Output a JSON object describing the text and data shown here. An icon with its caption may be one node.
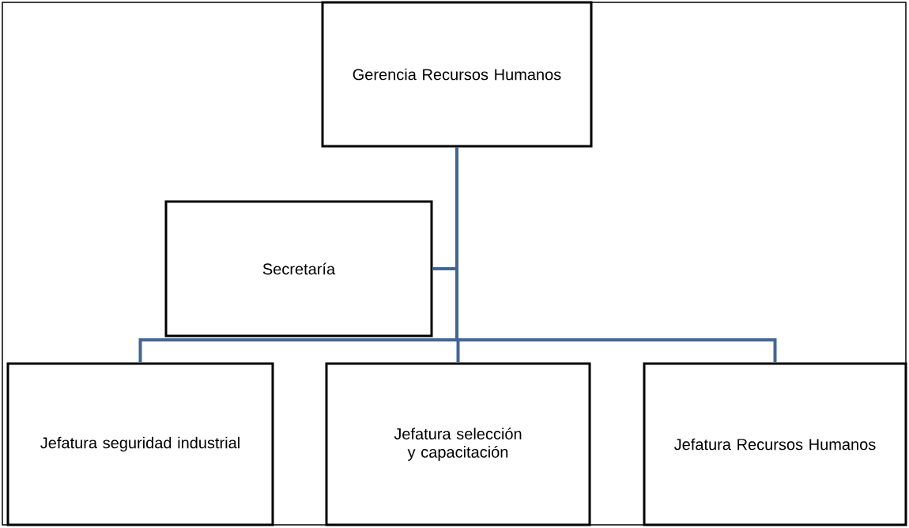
{
  "diagram": {
    "nodes": [
      {
        "text": [
          "Gerencia Recursos Humanos"
        ]
      },
      {
        "text": [
          "Secretaría"
        ]
      },
      {
        "text": [
          "Jefatura seguridad industrial"
        ]
      },
      {
        "text": [
          "Jefatura selección y capacitación"
        ]
      },
      {
        "text": [
          "Jefatura Recursos Humanos"
        ]
      }
    ],
    "edges": [
      {
        "from": 0,
        "to": 1,
        "arrow": "none"
      },
      {
        "from": 0,
        "to": 2,
        "arrow": "none"
      },
      {
        "from": 0,
        "to": 3,
        "arrow": "none"
      },
      {
        "from": 0,
        "to": 4,
        "arrow": "none"
      }
    ]
  }
}
